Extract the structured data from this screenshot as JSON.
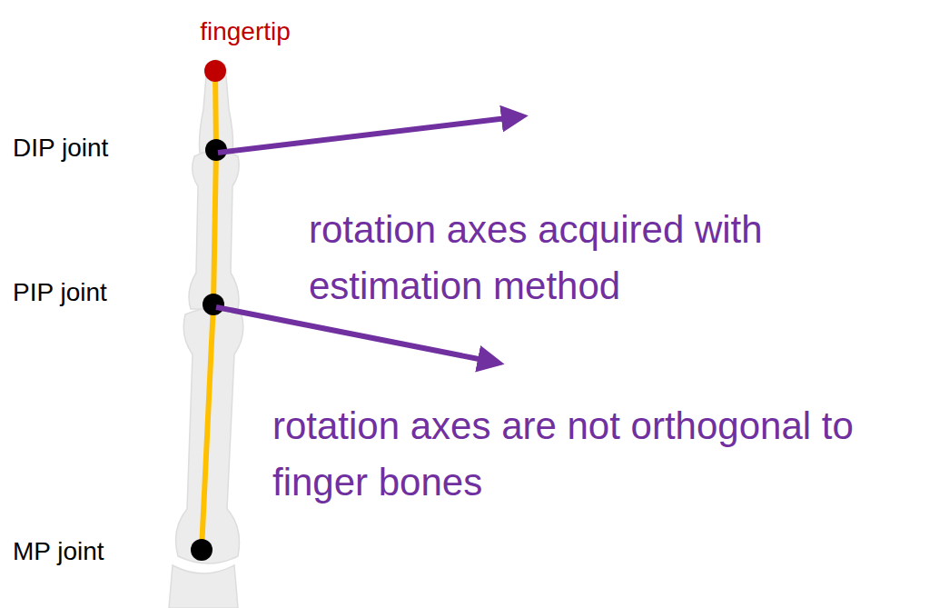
{
  "diagram": {
    "labels": [
      "fingertip",
      "DIP joint",
      "PIP joint",
      "MP joint",
      "rotation axes acquired with estimation method",
      "rotation axes are not orthogonal to finger bones"
    ]
  }
}
